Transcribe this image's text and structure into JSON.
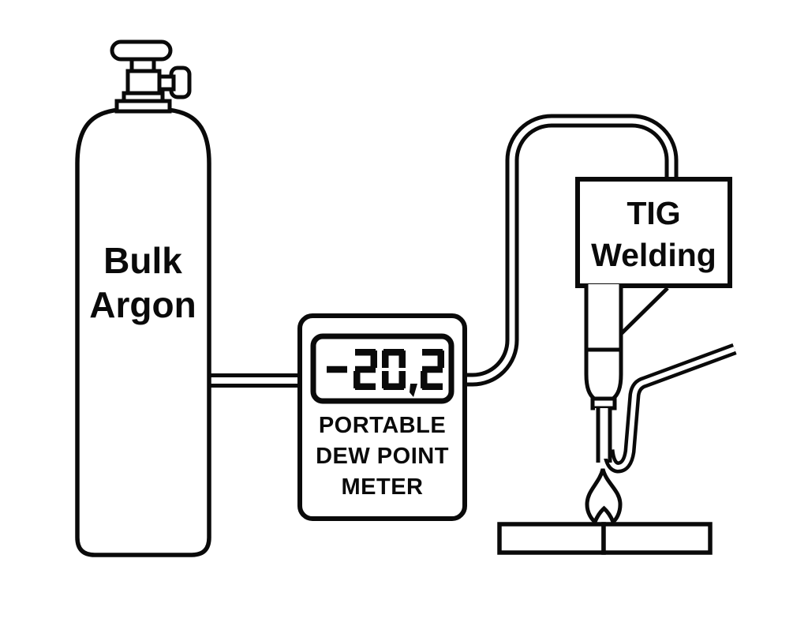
{
  "diagram": {
    "cylinder": {
      "label_line1": "Bulk",
      "label_line2": "Argon"
    },
    "meter": {
      "reading": "-20,2",
      "label_line1": "PORTABLE",
      "label_line2": "DEW POINT",
      "label_line3": "METER"
    },
    "welder": {
      "label_line1": "TIG",
      "label_line2": "Welding"
    },
    "colors": {
      "line": "#0a0a0a",
      "background": "#ffffff"
    }
  }
}
